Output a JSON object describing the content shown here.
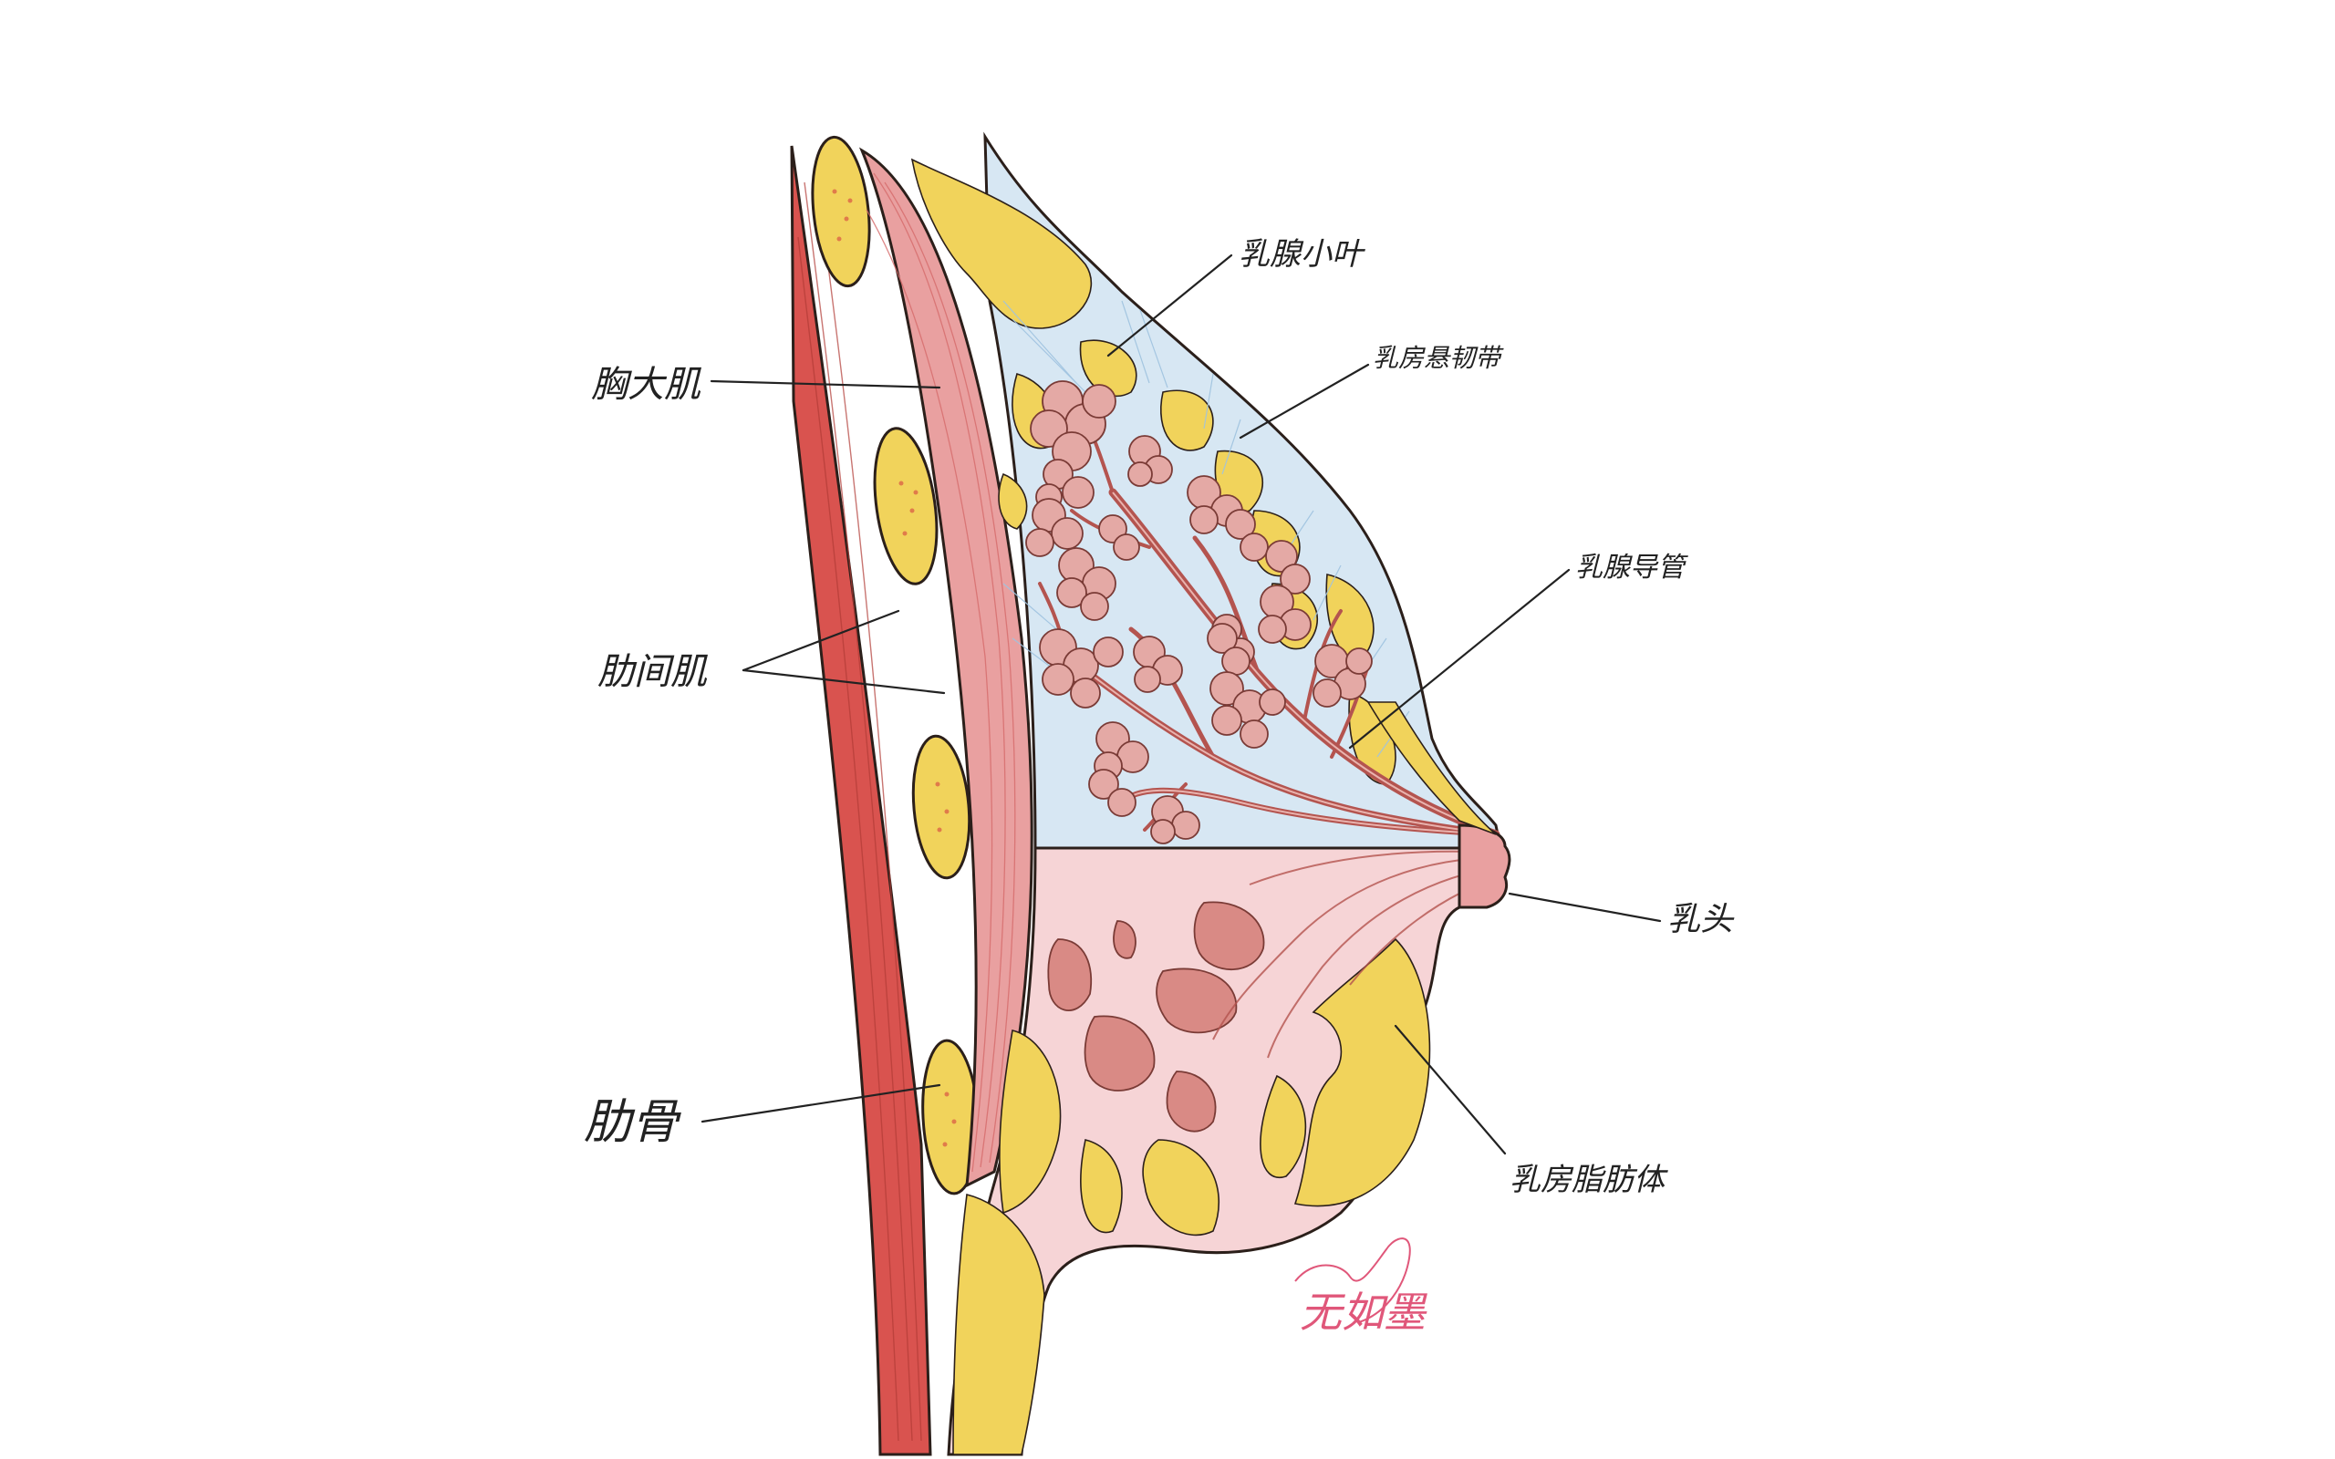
{
  "labels": {
    "lobule": "乳腺小叶",
    "suspensory_ligament": "乳房悬韧带",
    "duct": "乳腺导管",
    "nipple": "乳头",
    "fat_body": "乳房脂肪体",
    "pectoralis_major": "胸大肌",
    "intercostal": "肋间肌",
    "rib": "肋骨"
  },
  "signature": "无如墨",
  "colors": {
    "muscle": "#d9534f",
    "muscle_light": "#e9a0a0",
    "fat": "#f1d35b",
    "fat_dark": "#e8be3c",
    "gland_bg": "#d7e7f3",
    "lobule": "#e4a9a5",
    "lower_tissue": "#f6d4d6",
    "nodule": "#d98a85",
    "signature": "#e0577a"
  }
}
